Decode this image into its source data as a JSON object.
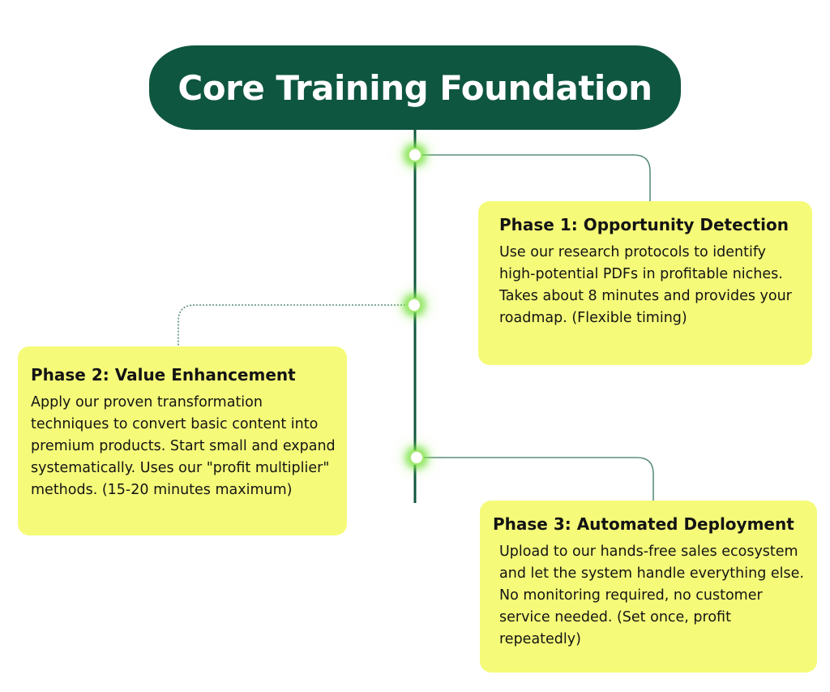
{
  "title": "Core Training Foundation",
  "colors": {
    "banner": "#0e5640",
    "timeline": "#0e5640",
    "connector": "#5a8f7a",
    "card": "#f5fb79",
    "node_glow": "#78e146"
  },
  "phases": [
    {
      "title": "Phase 1: Opportunity Detection",
      "body": "Use our research protocols to identify high-potential PDFs in profitable niches. Takes about 8 minutes and provides your roadmap. (Flexible timing)"
    },
    {
      "title": "Phase 2: Value Enhancement",
      "body": "Apply our proven transformation techniques to convert basic content into premium products. Start small and expand systematically. Uses our \"profit multiplier\" methods. (15-20 minutes maximum)"
    },
    {
      "title": "Phase 3: Automated Deployment",
      "body": "Upload to our hands-free sales ecosystem and let the system handle everything else. No monitoring required, no customer service needed. (Set once, profit repeatedly)"
    }
  ]
}
